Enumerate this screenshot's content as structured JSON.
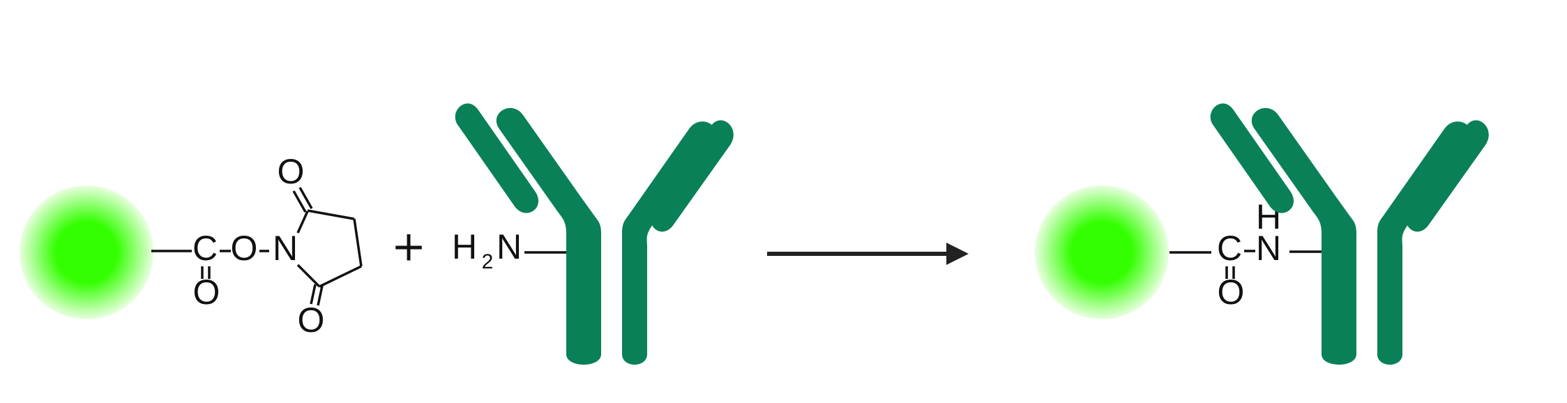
{
  "colors": {
    "antibody": "#0a8057",
    "bead_center": "#33ff00",
    "bead_edge": "#e9ffe0",
    "ink": "#111111"
  },
  "left": {
    "ester": {
      "carbon": "C",
      "carbonyl_oxygen": "O",
      "ester_oxygen": "O",
      "imide_nitrogen": "N",
      "ring_oxygen_top": "O",
      "ring_oxygen_bottom": "O"
    },
    "plus": "+",
    "amine": {
      "h": "H",
      "subscript": "2",
      "n": "N"
    }
  },
  "right": {
    "amide": {
      "carbon": "C",
      "carbonyl_oxygen": "O",
      "nitrogen": "N",
      "hydrogen": "H"
    }
  }
}
